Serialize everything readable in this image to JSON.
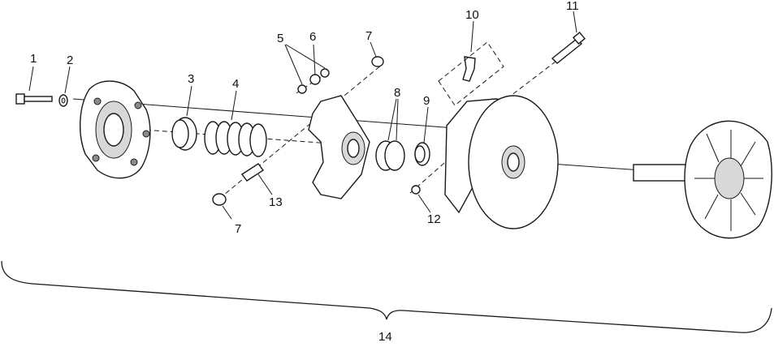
{
  "callouts": [
    "1",
    "2",
    "3",
    "4",
    "5",
    "6",
    "7",
    "7",
    "8",
    "9",
    "10",
    "11",
    "12",
    "13",
    "14"
  ],
  "colors": {
    "line": "#1a1a1a",
    "shade": "#d8d8d8",
    "dark": "#8a8a8a",
    "background": "#ffffff"
  }
}
